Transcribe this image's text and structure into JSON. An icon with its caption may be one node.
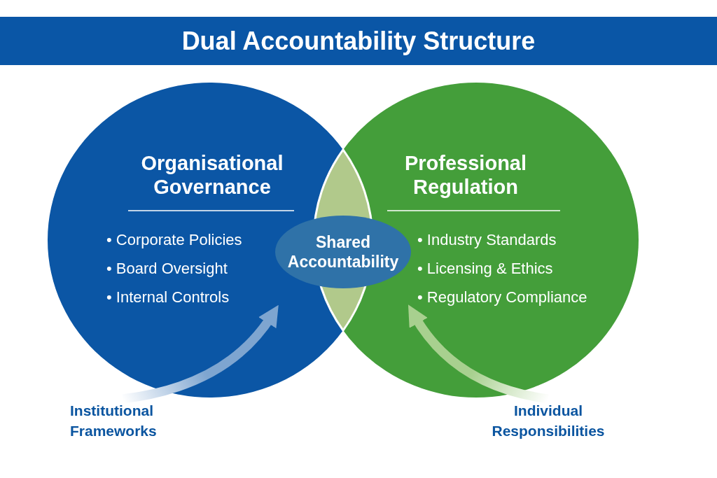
{
  "diagram": {
    "title": "Dual Accountability Structure",
    "nodes": [
      {
        "text": [
          "Organisational Governance",
          "• Corporate Policies",
          "• Board Oversight",
          "• Internal Controls"
        ]
      },
      {
        "text": [
          "Shared Accountability"
        ]
      },
      {
        "text": [
          "Professional Regulation",
          "• Industry Standards",
          "• Licensing & Ethics",
          "• Regulatory Compliance"
        ]
      },
      {
        "text": [
          "Institutional Frameworks"
        ]
      },
      {
        "text": [
          "Individual Responsibilities"
        ]
      }
    ],
    "edges": [
      {
        "from": 3,
        "to": 0,
        "arrow": "to",
        "style": "thick",
        "color": "#7ea5d0"
      },
      {
        "from": 4,
        "to": 2,
        "arrow": "to",
        "style": "thick",
        "color": "#a8d08f"
      }
    ]
  }
}
